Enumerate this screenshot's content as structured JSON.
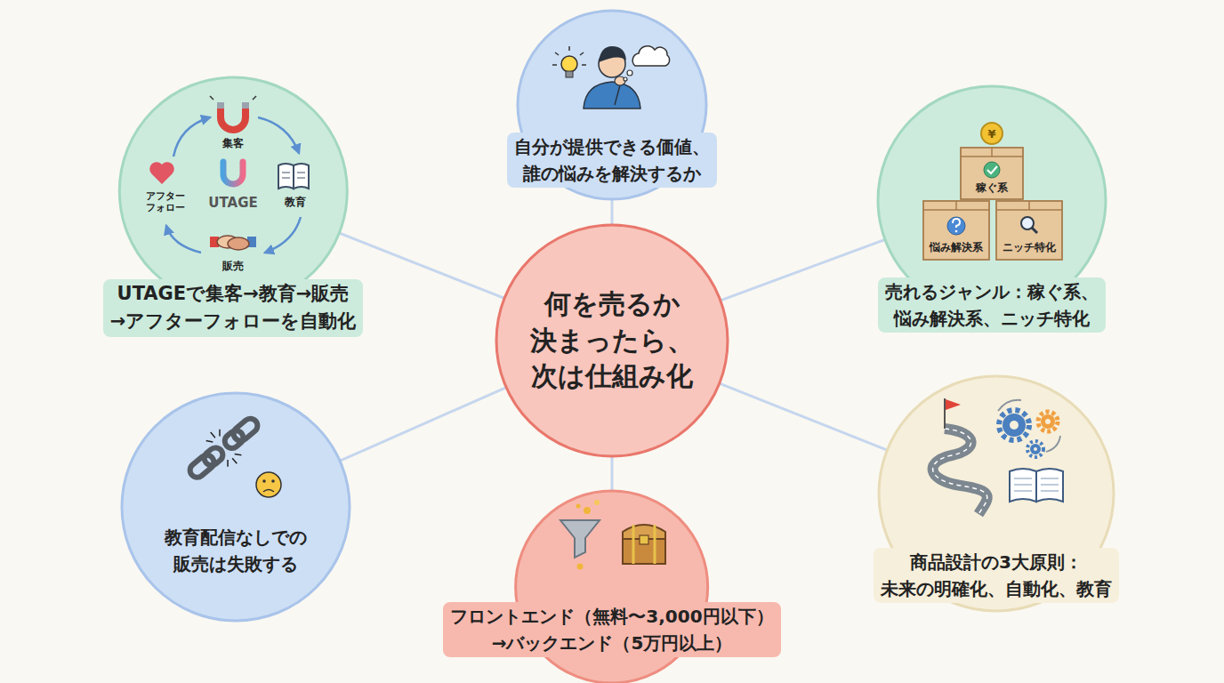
{
  "diagram": {
    "nodes": [
      {
        "text": [
          "何を売るか 決まったら、 次は仕組み化"
        ]
      },
      {
        "text": [
          "自分が提供できる価値、 誰の悩みを解決するか"
        ]
      },
      {
        "text": [
          "売れるジャンル：稼ぐ系、 悩み解決系、ニッチ特化"
        ]
      },
      {
        "text": [
          "商品設計の3大原則： 未来の明確化、自動化、教育"
        ]
      },
      {
        "text": [
          "フロントエンド（無料〜3,000円以下） →バックエンド（5万円以上）"
        ]
      },
      {
        "text": [
          "教育配信なしでの 販売は失敗する"
        ]
      },
      {
        "text": [
          "UTAGEで集客→教育→販売 →アフターフォローを自動化"
        ]
      }
    ],
    "edges": [
      {
        "from": 0,
        "to": 1,
        "arrow": "none"
      },
      {
        "from": 0,
        "to": 2,
        "arrow": "none"
      },
      {
        "from": 0,
        "to": 3,
        "arrow": "none"
      },
      {
        "from": 0,
        "to": 4,
        "arrow": "none"
      },
      {
        "from": 0,
        "to": 5,
        "arrow": "none"
      },
      {
        "from": 0,
        "to": 6,
        "arrow": "none"
      }
    ],
    "labels": [
      "集客",
      "教育",
      "販売",
      "アフター フォロー",
      "UTAGE",
      "¥",
      "稼ぐ系",
      "悩み解決系",
      "ニッチ特化"
    ]
  }
}
